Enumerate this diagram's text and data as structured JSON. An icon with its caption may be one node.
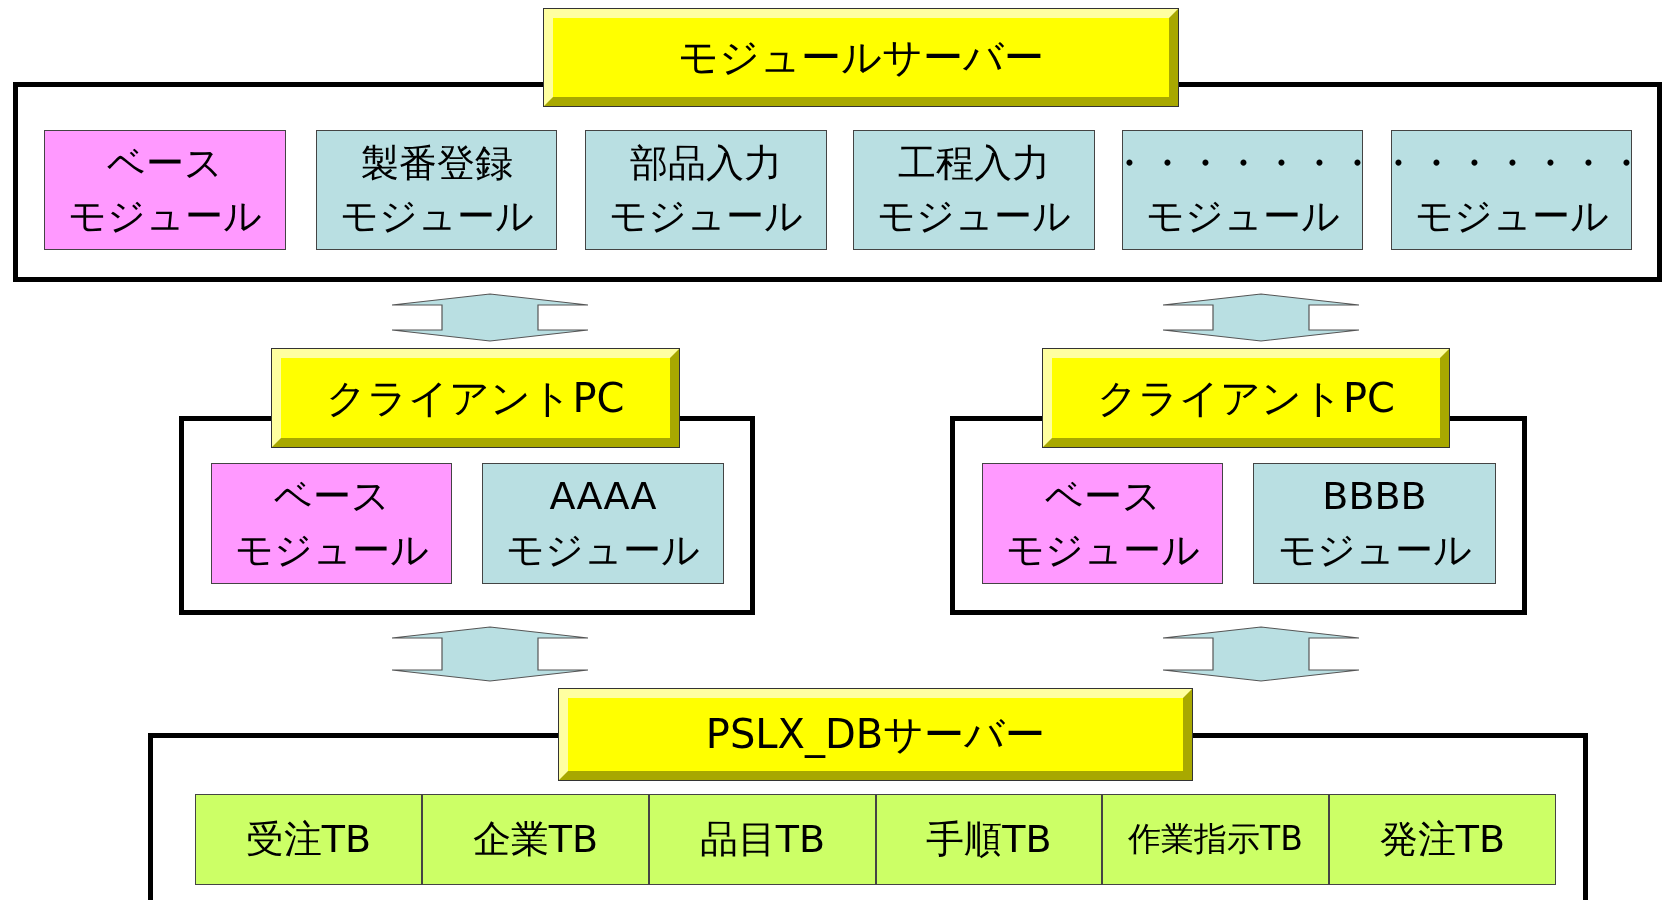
{
  "diagram": {
    "nodes": [
      {
        "text": [
          "モジュールサーバー"
        ]
      },
      {
        "text": [
          "ベースモジュール"
        ],
        "in": 0
      },
      {
        "text": [
          "製番登録モジュール"
        ],
        "in": 0
      },
      {
        "text": [
          "部品入力モジュール"
        ],
        "in": 0
      },
      {
        "text": [
          "工程入力モジュール"
        ],
        "in": 0
      },
      {
        "text": [
          "・・・・・・・モジュール"
        ],
        "in": 0
      },
      {
        "text": [
          "・・・・・・・モジュール"
        ],
        "in": 0
      },
      {
        "text": [
          "クライアントPC"
        ]
      },
      {
        "text": [
          "ベースモジュール"
        ],
        "in": 7
      },
      {
        "text": [
          "AAAA モジュール"
        ],
        "in": 7
      },
      {
        "text": [
          "クライアントPC"
        ]
      },
      {
        "text": [
          "ベースモジュール"
        ],
        "in": 10
      },
      {
        "text": [
          "BBBB モジュール"
        ],
        "in": 10
      },
      {
        "text": [
          "PSLX_DBサーバー"
        ]
      },
      {
        "text": [
          "受注TB"
        ],
        "in": 13
      },
      {
        "text": [
          "企業TB"
        ],
        "in": 13
      },
      {
        "text": [
          "品目TB"
        ],
        "in": 13
      },
      {
        "text": [
          "手順TB"
        ],
        "in": 13
      },
      {
        "text": [
          "作業指示TB"
        ],
        "in": 13
      },
      {
        "text": [
          "発注TB"
        ],
        "in": 13
      }
    ],
    "edges": [
      {
        "from": 0,
        "to": 7,
        "arrow": "both"
      },
      {
        "from": 0,
        "to": 10,
        "arrow": "both"
      },
      {
        "from": 7,
        "to": 13,
        "arrow": "both"
      },
      {
        "from": 10,
        "to": 13,
        "arrow": "both"
      }
    ]
  }
}
